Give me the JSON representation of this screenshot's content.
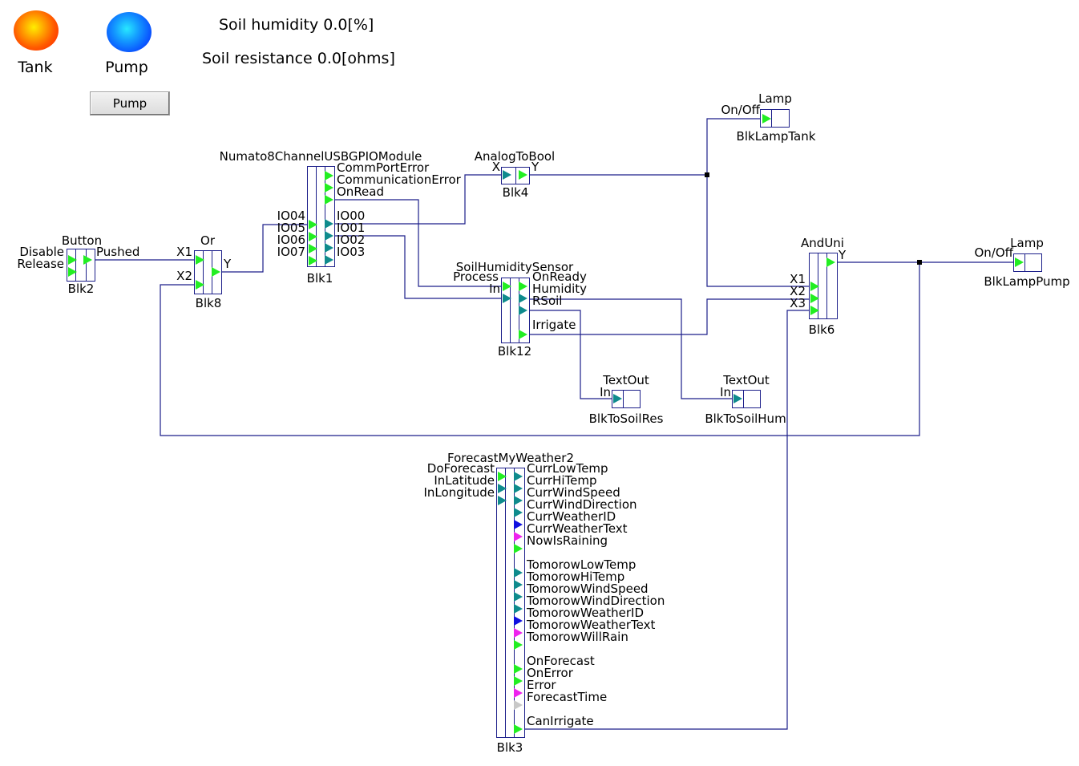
{
  "indicators": {
    "tank_label": "Tank",
    "pump_label": "Pump",
    "tank_color": "#ff5a00",
    "pump_color": "#1470ff"
  },
  "readouts": {
    "soil_humidity": "Soil humidity 0.0[%]",
    "soil_resistance": "Soil resistance 0.0[ohms]"
  },
  "pump_button": {
    "label": "Pump"
  },
  "colors": {
    "wire": "#1c1f8a",
    "pin_bool": "#22ee22",
    "pin_analog": "#0f8b8d",
    "pin_int": "#1010e0",
    "pin_text": "#ee22ee",
    "pin_time": "#c8c8c8"
  },
  "blocks": {
    "button": {
      "type": "Button",
      "name": "Blk2",
      "inputs": [
        "Disable",
        "Release"
      ],
      "outputs": [
        "Pushed"
      ]
    },
    "or": {
      "type": "Or",
      "name": "Blk8",
      "inputs": [
        "X1",
        "X2"
      ],
      "outputs": [
        "Y"
      ]
    },
    "numato": {
      "type": "Numato8ChannelUSBGPIOModule",
      "name": "Blk1",
      "inputs": [
        "IO04",
        "IO05",
        "IO06",
        "IO07"
      ],
      "outputs": [
        "CommPortError",
        "CommunicationError",
        "OnRead",
        "IO00",
        "IO01",
        "IO02",
        "IO03"
      ]
    },
    "analog": {
      "type": "AnalogToBool",
      "name": "Blk4",
      "inputs": [
        "X"
      ],
      "outputs": [
        "Y"
      ]
    },
    "lamp_tank": {
      "type": "Lamp",
      "name": "BlkLampTank",
      "inputs": [
        "On/Off"
      ]
    },
    "soil": {
      "type": "SoilHumiditySensor",
      "name": "Blk12",
      "inputs": [
        "Process",
        "In"
      ],
      "outputs": [
        "OnReady",
        "Humidity",
        "RSoil",
        "Irrigate"
      ]
    },
    "andu": {
      "type": "AndUni",
      "name": "Blk6",
      "inputs": [
        "X1",
        "X2",
        "X3"
      ],
      "outputs": [
        "Y"
      ]
    },
    "lamp_pump": {
      "type": "Lamp",
      "name": "BlkLampPump",
      "inputs": [
        "On/Off"
      ]
    },
    "text_res": {
      "type": "TextOut",
      "name": "BlkToSoilRes",
      "inputs": [
        "In"
      ]
    },
    "text_hum": {
      "type": "TextOut",
      "name": "BlkToSoilHum",
      "inputs": [
        "In"
      ]
    },
    "forecast": {
      "type": "ForecastMyWeather2",
      "name": "Blk3",
      "inputs": [
        "DoForecast",
        "InLatitude",
        "InLongitude"
      ],
      "outputs": [
        "CurrLowTemp",
        "CurrHiTemp",
        "CurrWindSpeed",
        "CurrWindDirection",
        "CurrWeatherID",
        "CurrWeatherText",
        "NowIsRaining",
        "TomorowLowTemp",
        "TomorowHiTemp",
        "TomorowWindSpeed",
        "TomorowWindDirection",
        "TomorowWeatherID",
        "TomorowWeatherText",
        "TomorowWillRain",
        "OnForecast",
        "OnError",
        "Error",
        "ForecastTime",
        "CanIrrigate"
      ]
    }
  }
}
